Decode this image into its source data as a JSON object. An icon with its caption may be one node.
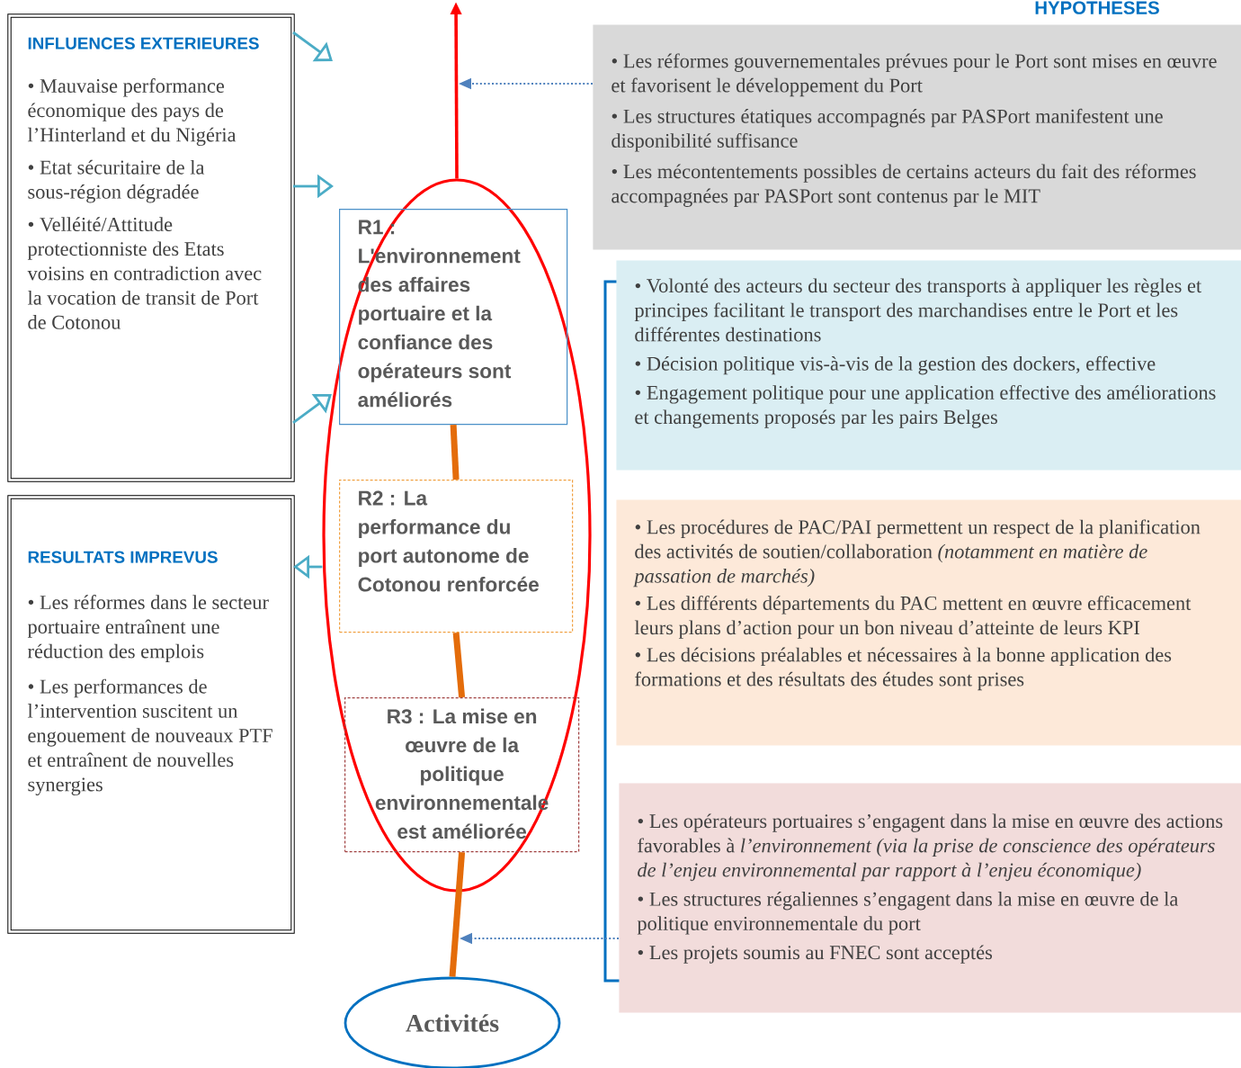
{
  "diagram": {
    "nodes": [
      {
        "text": [
          "INFLUENCES EXTERIEURES",
          "• Mauvaise performance économique des pays de l’Hinterland et du Nigéria",
          "• Etat sécuritaire de la sous-région dégradée",
          "• Velléité/Attitude protectionniste des Etats voisins en contradiction avec la vocation de transit de Port de Cotonou"
        ]
      },
      {
        "text": [
          "RESULTATS IMPREVUS",
          "• Les réformes dans le secteur portuaire entraînent une réduction des emplois",
          "• Les performances de l’intervention suscitent un engouement de nouveaux PTF et entraînent de nouvelles synergies"
        ]
      },
      {
        "text": [],
        "shape": "ellipse"
      },
      {
        "text": [
          "R1 : L'environnement des affaires portuaire et la confiance des opérateurs sont améliorés"
        ],
        "in": 2
      },
      {
        "text": [
          "R2 : La performance du port autonome de Cotonou renforcée"
        ],
        "in": 2
      },
      {
        "text": [
          "R3 : La mise en œuvre de la politique environnementale est améliorée"
        ],
        "in": 2
      },
      {
        "text": [
          "Activités"
        ]
      },
      {
        "text": [
          "• Les réformes gouvernementales prévues pour le Port sont mises en œuvre et favorisent le développement du Port",
          "• Les structures étatiques accompagnés par PASPort manifestent une disponibilité suffisance",
          "• Les mécontentements possibles de certains acteurs du fait des réformes accompagnées par PASPort sont contenus par le MIT"
        ]
      },
      {
        "text": [
          "• Volonté des acteurs du secteur des transports à appliquer les règles et principes facilitant le transport des marchandises entre le Port et les différentes destinations",
          "• Décision politique vis-à-vis de la gestion des dockers, effective",
          "• Engagement politique pour une application effective des améliorations et changements proposés par les pairs Belges"
        ]
      },
      {
        "text": [
          "• Les procédures de PAC/PAI permettent un respect de la planification des activités de soutien/collaboration *(notamment en matière de passation de marchés)*",
          "• Les différents départements du PAC mettent en œuvre efficacement leurs plans d’action pour un bon niveau d’atteinte de leurs KPI",
          "• Les décisions préalables et nécessaires à la bonne application des formations et des résultats des études sont prises"
        ]
      },
      {
        "text": [
          "• Les opérateurs portuaires s’engagent dans la mise en œuvre des actions favorables à *l’environnement (via la prise de conscience des opérateurs de l’enjeu environnemental par rapport à l’enjeu économique)*",
          "• Les structures régaliennes s’engagent dans la mise en œuvre de la politique environnementale du port",
          "• Les projets soumis au FNEC sont acceptés"
        ]
      }
    ],
    "edges": [
      {
        "from": 6,
        "to": 5,
        "arrow": "none",
        "style": "thick",
        "color": "#e46c0a"
      },
      {
        "from": 5,
        "to": 4,
        "arrow": "none",
        "style": "thick",
        "color": "#e46c0a"
      },
      {
        "from": 4,
        "to": 3,
        "arrow": "none",
        "style": "thick",
        "color": "#e46c0a"
      },
      {
        "from": 2,
        "to": null,
        "arrow": "to",
        "color": "#ff0000"
      },
      {
        "from": 7,
        "to": null,
        "arrow": "to",
        "style": "dashed",
        "color": "#4f81bd"
      },
      {
        "from": 10,
        "to": null,
        "arrow": "to",
        "style": "dashed",
        "color": "#4f81bd"
      },
      {
        "from": 0,
        "to": null,
        "arrow": "to",
        "color": "#4bacc6"
      },
      {
        "from": 0,
        "to": null,
        "arrow": "to",
        "color": "#4bacc6"
      },
      {
        "from": 0,
        "to": 2,
        "arrow": "to",
        "color": "#4bacc6"
      },
      {
        "from": 2,
        "to": 1,
        "arrow": "to",
        "color": "#4bacc6"
      }
    ],
    "labels": [
      "HYPOTHESES"
    ]
  }
}
